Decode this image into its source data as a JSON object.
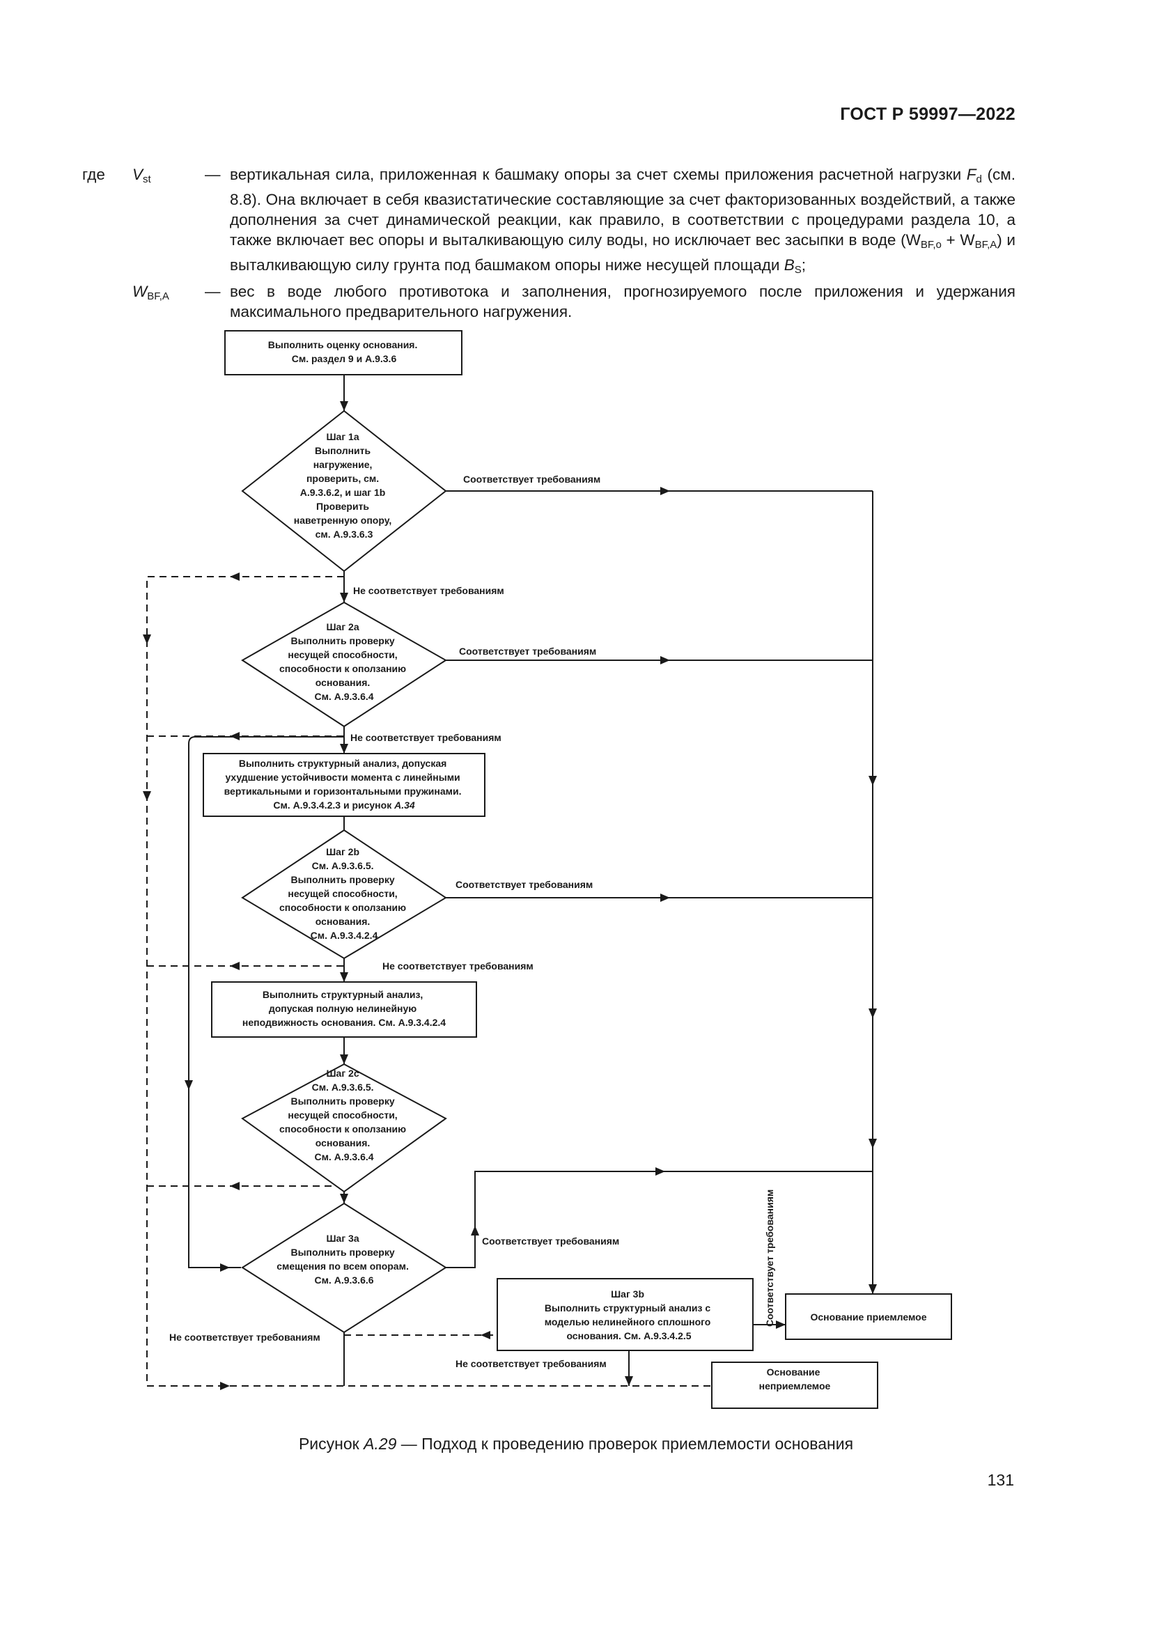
{
  "header": {
    "doc_id": "ГОСТ Р 59997—2022"
  },
  "definitions": {
    "where": "где",
    "items": [
      {
        "symbol": "V",
        "symbol_sub": "st",
        "dash": "—",
        "text_a": "вертикальная сила, приложенная к башмаку опоры за счет схемы приложения расчетной нагрузки ",
        "text_f": "F",
        "text_f_sub": "d",
        "text_b": " (см. 8.8). Она включает в себя квазистатические составляющие за счет факторизованных воздействий, а также дополнения за счет динамической реакции, как правило, в соответствии с процедурами раздела 10, а также включает вес опоры и выталкивающую силу воды, но исключает вес засыпки в воде (W",
        "text_sub1": "BF,o",
        "text_c": " + W",
        "text_sub2": "BF,A",
        "text_d": ") и выталкивающую силу грунта под башмаком опоры ниже несущей площади ",
        "text_bs": "B",
        "text_bs_sub": "S",
        "text_e": ";"
      },
      {
        "symbol": "W",
        "symbol_sub": "BF,A",
        "dash": "—",
        "text": "вес в воде любого противотока и заполнения, прогнозируемого после приложения и удержания максимального предварительного нагружения."
      }
    ]
  },
  "flowchart": {
    "start": [
      "Выполнить оценку основания.",
      "См. раздел 9 и А.9.3.6"
    ],
    "step1": [
      "Шаг 1а",
      "Выполнить",
      "нагружение,",
      "проверить, см.",
      "А.9.3.6.2, и шаг 1b",
      "Проверить",
      "наветренную опору,",
      "см. А.9.3.6.3"
    ],
    "step2a": [
      "Шаг 2а",
      "Выполнить проверку",
      "несущей способности,",
      "способности к оползанию",
      "основания.",
      "См. А.9.3.6.4"
    ],
    "analysis1": [
      "Выполнить структурный анализ, допуская",
      "ухудшение устойчивости момента с линейными",
      "вертикальными и горизонтальными пружинами.",
      "См. А.9.3.4.2.3 и рисунок "
    ],
    "analysis1_ref": "А.34",
    "step2b": [
      "Шаг 2b",
      "См. А.9.3.6.5.",
      "Выполнить проверку",
      "несущей способности,",
      "способности к оползанию",
      "основания.",
      "См. А.9.3.4.2.4"
    ],
    "analysis2": [
      "Выполнить структурный анализ,",
      "допуская полную нелинейную",
      "неподвижность основания. См. А.9.3.4.2.4"
    ],
    "step2c": [
      "Шаг 2с",
      "См. А.9.3.6.5.",
      "Выполнить проверку",
      "несущей способности,",
      "способности к оползанию",
      "основания.",
      "См. А.9.3.6.4"
    ],
    "step3a": [
      "Шаг 3а",
      "Выполнить проверку",
      "смещения по всем опорам.",
      "См. А.9.3.6.6"
    ],
    "step3b": [
      "Шаг 3b",
      "Выполнить структурный анализ с",
      "моделью нелинейного сплошного",
      "основания. См. А.9.3.4.2.5"
    ],
    "accept": [
      "Основание приемлемое"
    ],
    "reject": [
      "Основание",
      "неприемлемое"
    ],
    "label_ok": "Соответствует требованиям",
    "label_fail": "Не соответствует требованиям"
  },
  "caption": {
    "prefix": "Рисунок ",
    "num": "А.29",
    "text": " — Подход к проведению проверок приемлемости основания"
  },
  "page_number": "131"
}
